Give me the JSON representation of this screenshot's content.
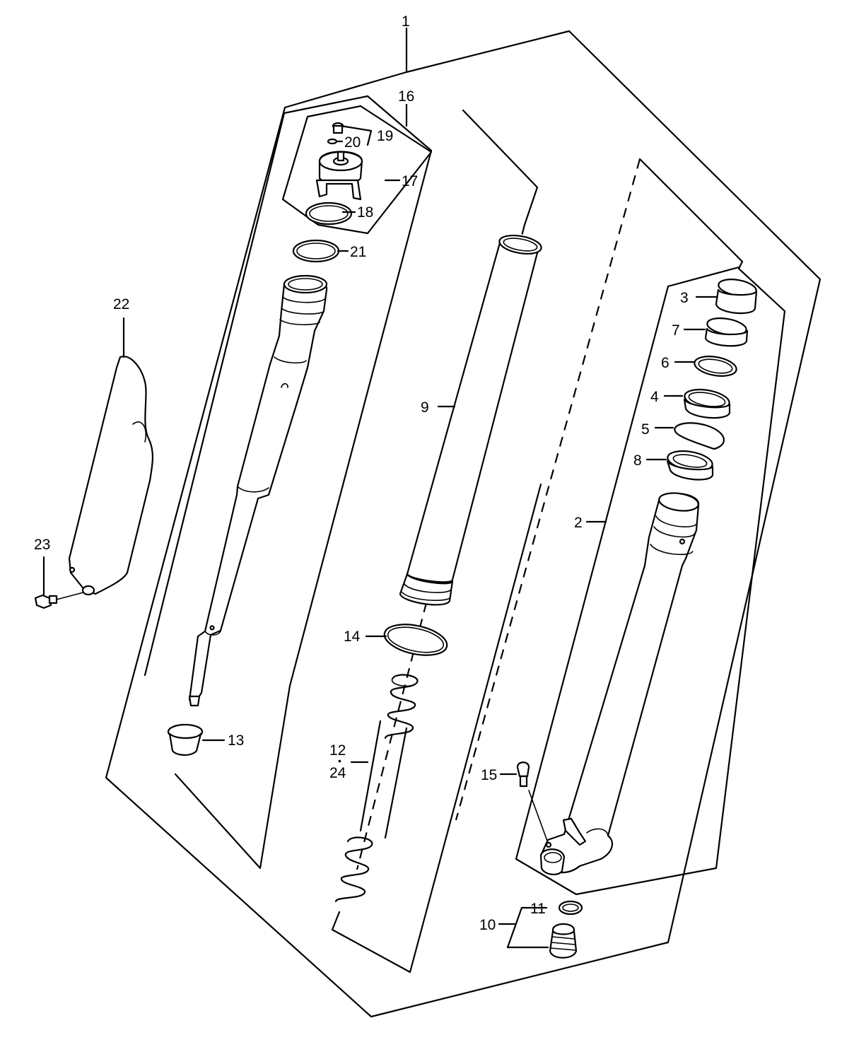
{
  "diagram": {
    "labels": {
      "n1": "1",
      "n2": "2",
      "n3": "3",
      "n4": "4",
      "n5": "5",
      "n6": "6",
      "n7": "7",
      "n8": "8",
      "n9": "9",
      "n10": "10",
      "n11": "11",
      "n12": "12",
      "n13": "13",
      "n14": "14",
      "n15": "15",
      "n16": "16",
      "n17": "17",
      "n18": "18",
      "n19": "19",
      "n20": "20",
      "n21": "21",
      "n22": "22",
      "n23": "23",
      "n24": "24"
    },
    "separator_12_24": "•"
  }
}
